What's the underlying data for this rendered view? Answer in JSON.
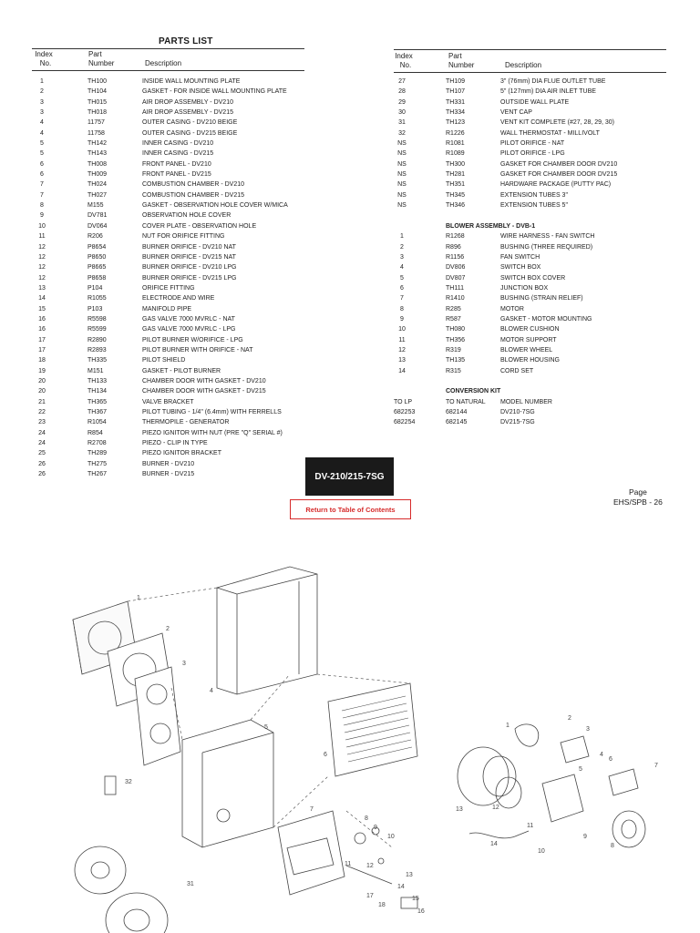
{
  "title": "PARTS LIST",
  "left_headers": {
    "index_1": "Index",
    "index_2": "No.",
    "part_1": "Part",
    "part_2": "Number",
    "desc": "Description"
  },
  "right_headers": {
    "index_1": "Index",
    "index_2": "No.",
    "part_1": "Part",
    "part_2": "Number",
    "desc": "Description"
  },
  "left_rows": [
    {
      "idx": "1",
      "part": "TH100",
      "desc": "INSIDE WALL MOUNTING PLATE"
    },
    {
      "idx": "2",
      "part": "TH104",
      "desc": "GASKET - FOR INSIDE WALL MOUNTING PLATE"
    },
    {
      "idx": "3",
      "part": "TH015",
      "desc": "AIR DROP ASSEMBLY - DV210"
    },
    {
      "idx": "3",
      "part": "TH018",
      "desc": "AIR DROP ASSEMBLY - DV215"
    },
    {
      "idx": "4",
      "part": "11757",
      "desc": "OUTER CASING - DV210 BEIGE"
    },
    {
      "idx": "4",
      "part": "11758",
      "desc": "OUTER CASING - DV215 BEIGE"
    },
    {
      "idx": "5",
      "part": "TH142",
      "desc": "INNER CASING  - DV210"
    },
    {
      "idx": "5",
      "part": "TH143",
      "desc": "INNER CASING  - DV215"
    },
    {
      "idx": "6",
      "part": "TH008",
      "desc": "FRONT PANEL  - DV210"
    },
    {
      "idx": "6",
      "part": "TH009",
      "desc": "FRONT PANEL  - DV215"
    },
    {
      "idx": "7",
      "part": "TH024",
      "desc": "COMBUSTION CHAMBER  - DV210"
    },
    {
      "idx": "7",
      "part": "TH027",
      "desc": "COMBUSTION CHAMBER  - DV215"
    },
    {
      "idx": "8",
      "part": "M155",
      "desc": "GASKET - OBSERVATION HOLE COVER W/MICA"
    },
    {
      "idx": "9",
      "part": "DV781",
      "desc": "OBSERVATION HOLE COVER"
    },
    {
      "idx": "10",
      "part": "DV064",
      "desc": "COVER PLATE - OBSERVATION HOLE"
    },
    {
      "idx": "11",
      "part": "R206",
      "desc": "NUT FOR ORIFICE FITTING"
    },
    {
      "idx": "12",
      "part": "P8654",
      "desc": "BURNER ORIFICE - DV210 NAT"
    },
    {
      "idx": "12",
      "part": "P8650",
      "desc": "BURNER ORIFICE - DV215 NAT"
    },
    {
      "idx": "12",
      "part": "P8665",
      "desc": "BURNER ORIFICE - DV210 LPG"
    },
    {
      "idx": "12",
      "part": "P8658",
      "desc": "BURNER ORIFICE - DV215 LPG"
    },
    {
      "idx": "13",
      "part": "P104",
      "desc": "ORIFICE FITTING"
    },
    {
      "idx": "14",
      "part": "R1055",
      "desc": "ELECTRODE AND WIRE"
    },
    {
      "idx": "15",
      "part": "P103",
      "desc": "MANIFOLD PIPE"
    },
    {
      "idx": "16",
      "part": "R5598",
      "desc": "GAS VALVE 7000 MVRLC - NAT"
    },
    {
      "idx": "16",
      "part": "R5599",
      "desc": "GAS VALVE 7000 MVRLC - LPG"
    },
    {
      "idx": "17",
      "part": "R2890",
      "desc": "PILOT BURNER W/ORIFICE - LPG"
    },
    {
      "idx": "17",
      "part": "R2893",
      "desc": "PILOT BURNER WITH ORIFICE - NAT"
    },
    {
      "idx": "18",
      "part": "TH335",
      "desc": "PILOT SHIELD"
    },
    {
      "idx": "19",
      "part": "M151",
      "desc": "GASKET - PILOT BURNER"
    },
    {
      "idx": "20",
      "part": "TH133",
      "desc": "CHAMBER DOOR WITH GASKET - DV210"
    },
    {
      "idx": "20",
      "part": "TH134",
      "desc": "CHAMBER DOOR WITH GASKET - DV215"
    },
    {
      "idx": "21",
      "part": "TH365",
      "desc": "VALVE BRACKET"
    },
    {
      "idx": "22",
      "part": "TH367",
      "desc": "PILOT TUBING - 1/4\" (6.4mm) WITH FERRELLS"
    },
    {
      "idx": "23",
      "part": "R1054",
      "desc": "THERMOPILE - GENERATOR"
    },
    {
      "idx": "24",
      "part": "R854",
      "desc": "PIEZO IGNITOR WITH NUT (PRE \"Q\" SERIAL #)"
    },
    {
      "idx": "24",
      "part": "R2708",
      "desc": "PIEZO  - CLIP IN TYPE"
    },
    {
      "idx": "25",
      "part": "TH289",
      "desc": "PIEZO IGNITOR BRACKET"
    },
    {
      "idx": "26",
      "part": "TH275",
      "desc": "BURNER  - DV210"
    },
    {
      "idx": "26",
      "part": "TH267",
      "desc": "BURNER  - DV215"
    }
  ],
  "right_rows": [
    {
      "idx": "27",
      "part": "TH109",
      "desc": "3\" (76mm) DIA  FLUE OUTLET TUBE"
    },
    {
      "idx": "28",
      "part": "TH107",
      "desc": "5\" (127mm) DIA  AIR INLET TUBE"
    },
    {
      "idx": "29",
      "part": "TH331",
      "desc": "OUTSIDE WALL PLATE"
    },
    {
      "idx": "30",
      "part": "TH334",
      "desc": "VENT CAP"
    },
    {
      "idx": "31",
      "part": "TH123",
      "desc": "VENT KIT COMPLETE  (#27, 28, 29, 30)"
    },
    {
      "idx": "32",
      "part": "R1226",
      "desc": "WALL THERMOSTAT - MILLIVOLT"
    },
    {
      "idx": "NS",
      "part": "R1081",
      "desc": "PILOT ORIFICE - NAT"
    },
    {
      "idx": "NS",
      "part": "R1089",
      "desc": "PILOT ORIFICE - LPG"
    },
    {
      "idx": "NS",
      "part": "TH300",
      "desc": "GASKET FOR CHAMBER DOOR DV210"
    },
    {
      "idx": "NS",
      "part": "TH281",
      "desc": "GASKET FOR CHAMBER DOOR DV215"
    },
    {
      "idx": "NS",
      "part": "TH351",
      "desc": "HARDWARE PACKAGE (PUTTY PAC)"
    },
    {
      "idx": "NS",
      "part": "TH345",
      "desc": "EXTENSION TUBES 3\""
    },
    {
      "idx": "NS",
      "part": "TH346",
      "desc": "EXTENSION TUBES 5\""
    }
  ],
  "blower_title": "BLOWER ASSEMBLY - DVB-1",
  "blower_rows": [
    {
      "idx": "1",
      "part": "R1268",
      "desc": "WIRE HARNESS - FAN SWITCH"
    },
    {
      "idx": "2",
      "part": "R896",
      "desc": "BUSHING (THREE REQUIRED)"
    },
    {
      "idx": "3",
      "part": "R1156",
      "desc": "FAN SWITCH"
    },
    {
      "idx": "4",
      "part": "DV806",
      "desc": "SWITCH BOX"
    },
    {
      "idx": "5",
      "part": "DV807",
      "desc": "SWITCH BOX COVER"
    },
    {
      "idx": "6",
      "part": "TH111",
      "desc": "JUNCTION BOX"
    },
    {
      "idx": "7",
      "part": "R1410",
      "desc": "BUSHING (STRAIN RELIEF)"
    },
    {
      "idx": "8",
      "part": "R285",
      "desc": "MOTOR"
    },
    {
      "idx": "9",
      "part": "R587",
      "desc": "GASKET - MOTOR MOUNTING"
    },
    {
      "idx": "10",
      "part": "TH080",
      "desc": "BLOWER CUSHION"
    },
    {
      "idx": "11",
      "part": "TH356",
      "desc": "MOTOR SUPPORT"
    },
    {
      "idx": "12",
      "part": "R319",
      "desc": "BLOWER WHEEL"
    },
    {
      "idx": "13",
      "part": "TH135",
      "desc": "BLOWER HOUSING"
    },
    {
      "idx": "14",
      "part": "R315",
      "desc": "CORD SET"
    }
  ],
  "conversion_title": "CONVERSION KIT",
  "conversion_rows": [
    {
      "idx": "TO LP",
      "part": "TO NATURAL",
      "desc": "MODEL NUMBER"
    },
    {
      "idx": "682253",
      "part": "682144",
      "desc": "DV210-7SG"
    },
    {
      "idx": "682254",
      "part": "682145",
      "desc": "DV215-7SG"
    }
  ],
  "model_badge": "DV-210/215-7SG",
  "toc_button": "Return to Table of Contents",
  "page_label": "Page",
  "page_number": "EHS/SPB - 26",
  "diagram_callouts": [
    "1",
    "2",
    "3",
    "4",
    "5",
    "6",
    "7",
    "8",
    "9",
    "10",
    "11",
    "12",
    "13",
    "14",
    "15",
    "16",
    "17",
    "18",
    "32",
    "31",
    "1",
    "2",
    "3",
    "4",
    "5",
    "6",
    "7",
    "8",
    "9",
    "10",
    "11",
    "12",
    "13",
    "14"
  ]
}
